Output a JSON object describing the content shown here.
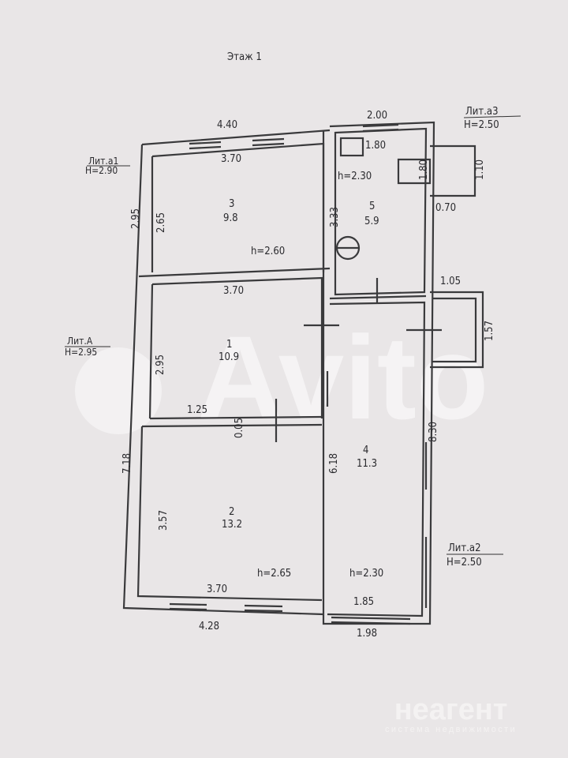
{
  "title": "Этаж 1",
  "rooms": [
    {
      "number": "1",
      "area": "10.9"
    },
    {
      "number": "2",
      "area": "13.2"
    },
    {
      "number": "3",
      "area": "9.8"
    },
    {
      "number": "4",
      "area": "11.3"
    },
    {
      "number": "5",
      "area": "5.9"
    }
  ],
  "heights": {
    "room3": "h=2.60",
    "room5": "h=2.30",
    "room2": "h=2.65",
    "room4": "h=2.30"
  },
  "liters": [
    {
      "name": "Лит.а1",
      "h": "H=2.90"
    },
    {
      "name": "Лит.а3",
      "h": "H=2.50"
    },
    {
      "name": "Лит.А",
      "h": "H=2.95"
    },
    {
      "name": "Лит.а2",
      "h": "H=2.50"
    }
  ],
  "dims": {
    "top_left": "4.40",
    "top_right": "2.00",
    "room3_width": "3.70",
    "stove_width": "1.80",
    "annex_a3_inner": "1.80",
    "annex_a3_outer": "1.10",
    "left_top_outer": "2.95",
    "room3_height": "2.65",
    "room5_height": "3.33",
    "annex_a3_width": "0.70",
    "room1_width": "3.70",
    "annex_right_width": "1.05",
    "annex_right_height": "1.57",
    "room1_height": "2.95",
    "partition_offset": "1.25",
    "partition_thickness": "0.05",
    "right_total": "8.30",
    "left_total": "7.18",
    "room4_height": "6.18",
    "room2_height": "3.57",
    "room2_width": "3.70",
    "room4_width": "1.85",
    "bottom_left": "4.28",
    "bottom_right": "1.98"
  },
  "watermark": "Avito",
  "logo": {
    "name": "неагент",
    "tagline": "система недвижимости"
  }
}
